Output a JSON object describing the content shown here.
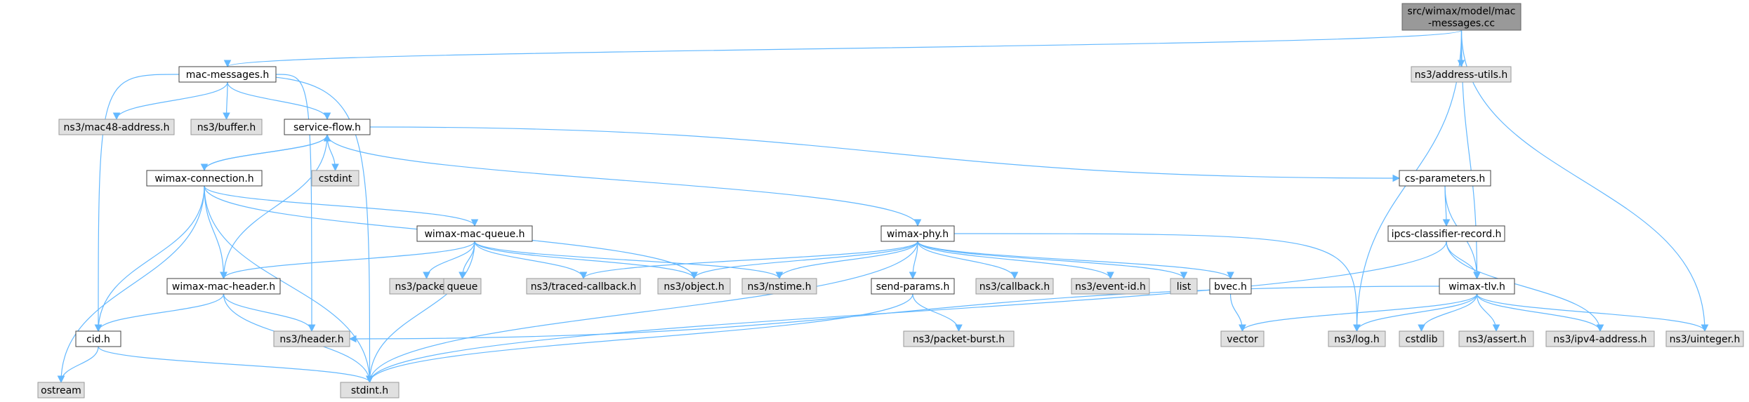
{
  "graph": {
    "root": "src/wimax/model/mac-messages.cc",
    "nodes": [
      {
        "id": "root",
        "label": [
          "src/wimax/model/mac",
          "-messages.cc"
        ],
        "kind": "root"
      },
      {
        "id": "mac-messages",
        "label": [
          "mac-messages.h"
        ],
        "kind": "local"
      },
      {
        "id": "address-utils",
        "label": [
          "ns3/address-utils.h"
        ],
        "kind": "external"
      },
      {
        "id": "mac48",
        "label": [
          "ns3/mac48-address.h"
        ],
        "kind": "external"
      },
      {
        "id": "buffer",
        "label": [
          "ns3/buffer.h"
        ],
        "kind": "external"
      },
      {
        "id": "service-flow",
        "label": [
          "service-flow.h"
        ],
        "kind": "local"
      },
      {
        "id": "cstdint",
        "label": [
          "cstdint"
        ],
        "kind": "external"
      },
      {
        "id": "wimax-connection",
        "label": [
          "wimax-connection.h"
        ],
        "kind": "local"
      },
      {
        "id": "cs-parameters",
        "label": [
          "cs-parameters.h"
        ],
        "kind": "local"
      },
      {
        "id": "ipcs",
        "label": [
          "ipcs-classifier-record.h"
        ],
        "kind": "local"
      },
      {
        "id": "wimax-mac-queue",
        "label": [
          "wimax-mac-queue.h"
        ],
        "kind": "local"
      },
      {
        "id": "wimax-phy",
        "label": [
          "wimax-phy.h"
        ],
        "kind": "local"
      },
      {
        "id": "wimax-mac-header",
        "label": [
          "wimax-mac-header.h"
        ],
        "kind": "local"
      },
      {
        "id": "packet",
        "label": [
          "ns3/packet.h"
        ],
        "kind": "external"
      },
      {
        "id": "queue",
        "label": [
          "queue"
        ],
        "kind": "external"
      },
      {
        "id": "traced-callback",
        "label": [
          "ns3/traced-callback.h"
        ],
        "kind": "external"
      },
      {
        "id": "object",
        "label": [
          "ns3/object.h"
        ],
        "kind": "external"
      },
      {
        "id": "nstime",
        "label": [
          "ns3/nstime.h"
        ],
        "kind": "external"
      },
      {
        "id": "send-params",
        "label": [
          "send-params.h"
        ],
        "kind": "local"
      },
      {
        "id": "callback",
        "label": [
          "ns3/callback.h"
        ],
        "kind": "external"
      },
      {
        "id": "event-id",
        "label": [
          "ns3/event-id.h"
        ],
        "kind": "external"
      },
      {
        "id": "list",
        "label": [
          "list"
        ],
        "kind": "external"
      },
      {
        "id": "bvec",
        "label": [
          "bvec.h"
        ],
        "kind": "local"
      },
      {
        "id": "wimax-tlv",
        "label": [
          "wimax-tlv.h"
        ],
        "kind": "local"
      },
      {
        "id": "cid",
        "label": [
          "cid.h"
        ],
        "kind": "local"
      },
      {
        "id": "header",
        "label": [
          "ns3/header.h"
        ],
        "kind": "external"
      },
      {
        "id": "packet-burst",
        "label": [
          "ns3/packet-burst.h"
        ],
        "kind": "external"
      },
      {
        "id": "vector",
        "label": [
          "vector"
        ],
        "kind": "external"
      },
      {
        "id": "log",
        "label": [
          "ns3/log.h"
        ],
        "kind": "external"
      },
      {
        "id": "cstdlib",
        "label": [
          "cstdlib"
        ],
        "kind": "external"
      },
      {
        "id": "assert",
        "label": [
          "ns3/assert.h"
        ],
        "kind": "external"
      },
      {
        "id": "ipv4-address",
        "label": [
          "ns3/ipv4-address.h"
        ],
        "kind": "external"
      },
      {
        "id": "uinteger",
        "label": [
          "ns3/uinteger.h"
        ],
        "kind": "external"
      },
      {
        "id": "ostream",
        "label": [
          "ostream"
        ],
        "kind": "external"
      },
      {
        "id": "stdint",
        "label": [
          "stdint.h"
        ],
        "kind": "external"
      }
    ],
    "edges": [
      [
        "root",
        "mac-messages"
      ],
      [
        "root",
        "address-utils"
      ],
      [
        "root",
        "log"
      ],
      [
        "root",
        "wimax-tlv"
      ],
      [
        "root",
        "uinteger"
      ],
      [
        "mac-messages",
        "mac48"
      ],
      [
        "mac-messages",
        "buffer"
      ],
      [
        "mac-messages",
        "service-flow"
      ],
      [
        "mac-messages",
        "cid"
      ],
      [
        "mac-messages",
        "stdint"
      ],
      [
        "mac-messages",
        "header"
      ],
      [
        "service-flow",
        "cstdint"
      ],
      [
        "service-flow",
        "wimax-connection"
      ],
      [
        "service-flow",
        "cs-parameters"
      ],
      [
        "service-flow",
        "wimax-phy"
      ],
      [
        "service-flow",
        "wimax-mac-header"
      ],
      [
        "wimax-connection",
        "service-flow"
      ],
      [
        "wimax-connection",
        "wimax-mac-queue"
      ],
      [
        "wimax-connection",
        "wimax-mac-header"
      ],
      [
        "wimax-connection",
        "cid"
      ],
      [
        "wimax-connection",
        "object"
      ],
      [
        "wimax-connection",
        "ostream"
      ],
      [
        "wimax-connection",
        "stdint"
      ],
      [
        "cs-parameters",
        "ipcs"
      ],
      [
        "cs-parameters",
        "wimax-tlv"
      ],
      [
        "ipcs",
        "wimax-tlv"
      ],
      [
        "ipcs",
        "ipv4-address"
      ],
      [
        "ipcs",
        "stdint"
      ],
      [
        "wimax-mac-queue",
        "wimax-mac-header"
      ],
      [
        "wimax-mac-queue",
        "packet"
      ],
      [
        "wimax-mac-queue",
        "queue"
      ],
      [
        "wimax-mac-queue",
        "traced-callback"
      ],
      [
        "wimax-mac-queue",
        "object"
      ],
      [
        "wimax-mac-queue",
        "nstime"
      ],
      [
        "wimax-mac-queue",
        "stdint"
      ],
      [
        "wimax-phy",
        "traced-callback"
      ],
      [
        "wimax-phy",
        "object"
      ],
      [
        "wimax-phy",
        "nstime"
      ],
      [
        "wimax-phy",
        "send-params"
      ],
      [
        "wimax-phy",
        "callback"
      ],
      [
        "wimax-phy",
        "event-id"
      ],
      [
        "wimax-phy",
        "list"
      ],
      [
        "wimax-phy",
        "bvec"
      ],
      [
        "wimax-phy",
        "log"
      ],
      [
        "wimax-phy",
        "stdint"
      ],
      [
        "wimax-mac-header",
        "cid"
      ],
      [
        "wimax-mac-header",
        "header"
      ],
      [
        "wimax-mac-header",
        "stdint"
      ],
      [
        "send-params",
        "packet-burst"
      ],
      [
        "send-params",
        "stdint"
      ],
      [
        "bvec",
        "vector"
      ],
      [
        "wimax-tlv",
        "header"
      ],
      [
        "wimax-tlv",
        "vector"
      ],
      [
        "wimax-tlv",
        "log"
      ],
      [
        "wimax-tlv",
        "cstdlib"
      ],
      [
        "wimax-tlv",
        "assert"
      ],
      [
        "wimax-tlv",
        "ipv4-address"
      ],
      [
        "wimax-tlv",
        "uinteger"
      ],
      [
        "cid",
        "ostream"
      ],
      [
        "cid",
        "stdint"
      ]
    ]
  }
}
